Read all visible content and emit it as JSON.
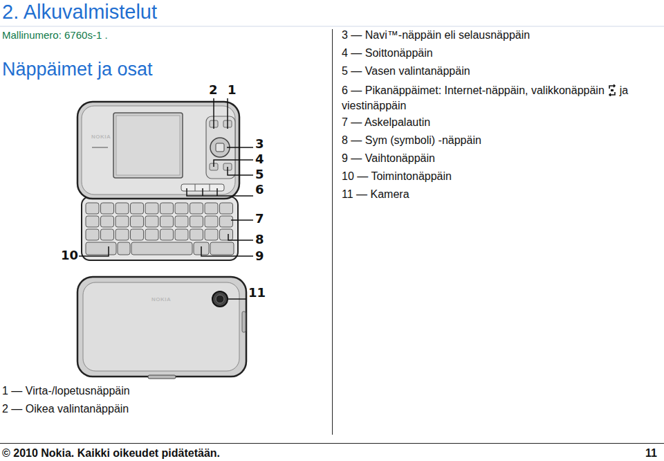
{
  "diagram": {
    "title": "2. Alkuvalmistelut",
    "labels": [
      "Mallinumero: 6760s-1 .",
      "Näppäimet ja osat",
      "2",
      "1",
      "3",
      "4",
      "5",
      "6",
      "7",
      "8",
      "9",
      "10",
      "11",
      "NOKIA",
      "NOKIA",
      "3 — Navi™-näppäin eli selausnäppäin",
      "4 — Soittonäppäin",
      "5 — Vasen valintanäppäin",
      "6 — Pikanäppäimet: Internet-näppäin, valikkonäppäin",
      "ja viestinäppäin",
      "7 — Askelpalautin",
      "8 — Sym (symboli) -näppäin",
      "9 — Vaihtonäppäin",
      "10 — Toimintonäppäin",
      "11 — Kamera",
      "1 — Virta-/lopetusnäppäin",
      "2 — Oikea valintanäppäin",
      "© 2010 Nokia. Kaikki oikeudet pidätetään.",
      "11"
    ]
  }
}
